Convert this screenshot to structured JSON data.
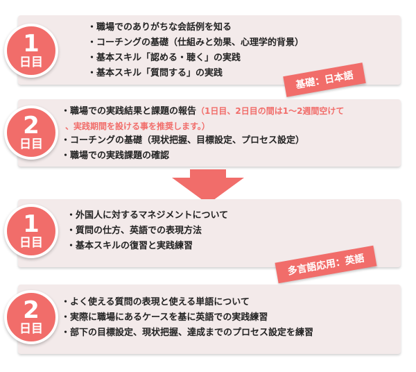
{
  "sections": [
    {
      "badge": {
        "num": "1",
        "unit": "日目"
      },
      "items": [
        "・職場でのありがちな会話例を知る",
        "・コーチングの基礎（仕組みと効果、心理学的背景）",
        "・基本スキル「認める・聴く」の実践",
        "・基本スキル「質問する」の実践"
      ]
    },
    {
      "badge": {
        "num": "2",
        "unit": "日目"
      },
      "first_item": "・職場での実践結果と課題の報告",
      "note_1": "（1日目、2日目の間は1～2週間空けて",
      "note_2": "、実践期間を設ける事を推奨します。）",
      "items": [
        "・コーチングの基礎（現状把握、目標設定、プロセス設定）",
        "・職場での実践課題の確認"
      ]
    },
    {
      "badge": {
        "num": "1",
        "unit": "日目"
      },
      "items": [
        "・外国人に対するマネジメントについて",
        "・質問の仕方、英語での表現方法",
        "・基本スキルの復習と実践練習"
      ]
    },
    {
      "badge": {
        "num": "2",
        "unit": "日目"
      },
      "items": [
        "・よく使える質問の表現と使える単語について",
        "・実際に職場にあるケースを基に英語での実践練習",
        "・部下の目標設定、現状把握、達成までのプロセス設定を練習"
      ]
    }
  ],
  "ribbons": {
    "basic": "基礎：日本語",
    "applied": "多言語応用：英語"
  },
  "colors": {
    "accent": "#f16d6a",
    "panel": "#f3eaea"
  }
}
